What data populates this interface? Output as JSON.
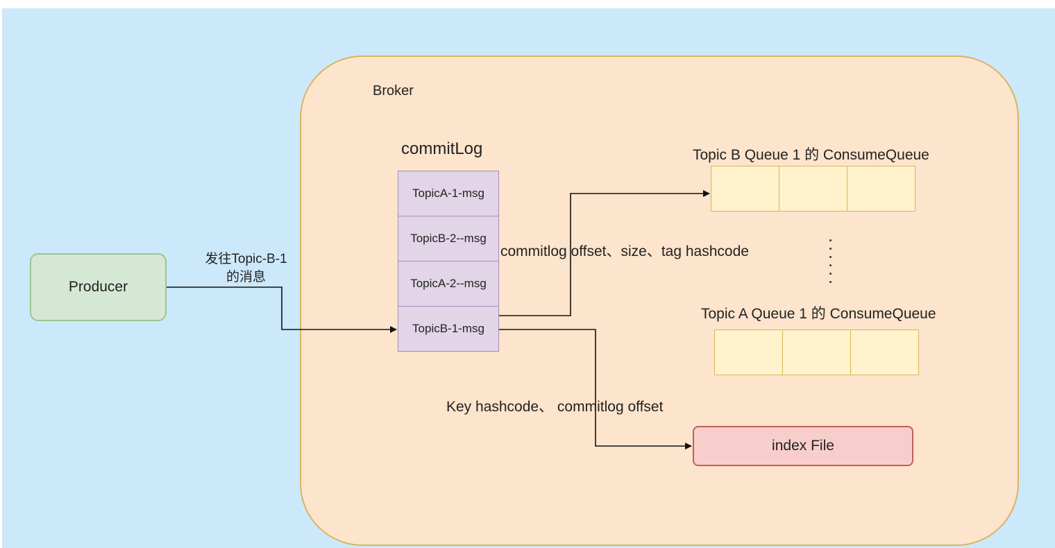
{
  "broker": {
    "label": "Broker"
  },
  "producer": {
    "label": "Producer"
  },
  "commit_log": {
    "title": "commitLog",
    "cells": [
      "TopicA-1-msg",
      "TopicB-2--msg",
      "TopicA-2--msg",
      "TopicB-1-msg"
    ]
  },
  "send_label": {
    "line1": "发往Topic-B-1",
    "line2": "的消息"
  },
  "consume_queues": [
    {
      "title": "Topic B Queue 1 的 ConsumeQueue",
      "cells": 3
    },
    {
      "title": "Topic A Queue 1 的 ConsumeQueue",
      "cells": 3
    }
  ],
  "edge_labels": {
    "consume_queue": "commitlog offset、size、tag hashcode",
    "index": "Key hashcode、 commitlog offset"
  },
  "index_file": {
    "label": "index File"
  },
  "colors": {
    "background": "#cce8fb",
    "broker_fill": "#fde4cc",
    "producer_fill": "#d5e8d4",
    "commitlog_fill": "#e1d5e7",
    "consume_queue_fill": "#fff2cc",
    "index_fill": "#f8cecc"
  }
}
